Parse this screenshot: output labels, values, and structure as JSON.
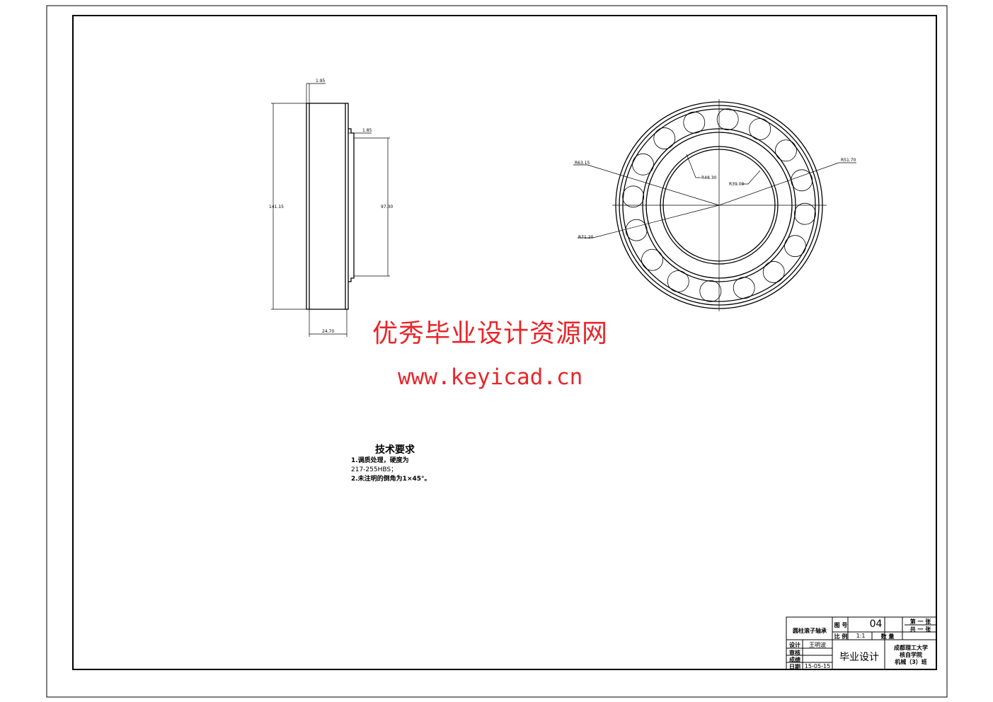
{
  "drawing": {
    "dimensions": {
      "top_gap": "1.95",
      "step": "1.85",
      "outer_diameter": "141.15",
      "inner_diameter": "97.30",
      "width": "24.70",
      "r1": "R63.15",
      "r2": "R48.30",
      "r3": "R39.00",
      "r4": "R51.70",
      "r5": "R71.20"
    }
  },
  "watermark": {
    "title": "优秀毕业设计资源网",
    "url": "www.keyicad.cn"
  },
  "tech": {
    "heading": "技术要求",
    "line1": "1.调质处理，硬度为",
    "line2": "217-255HBS；",
    "line3": "2.未注明的倒角为1×45°。"
  },
  "title_block": {
    "part_name": "圆柱滚子轴承",
    "drawing_no_label": "图 号",
    "drawing_no": "04",
    "scale_label": "比 例",
    "scale": "1:1",
    "qty_label": "数 量",
    "sheet1": "第 一 张",
    "sheet2": "共 一 张",
    "design_label": "设计",
    "designer": "王明波",
    "review_label": "审核",
    "approve_label": "成绩",
    "date_label": "日期",
    "date": "15-05-15",
    "project": "毕业设计",
    "school": "成都理工大学",
    "college": "核自学院",
    "class": "机械（3）班"
  }
}
